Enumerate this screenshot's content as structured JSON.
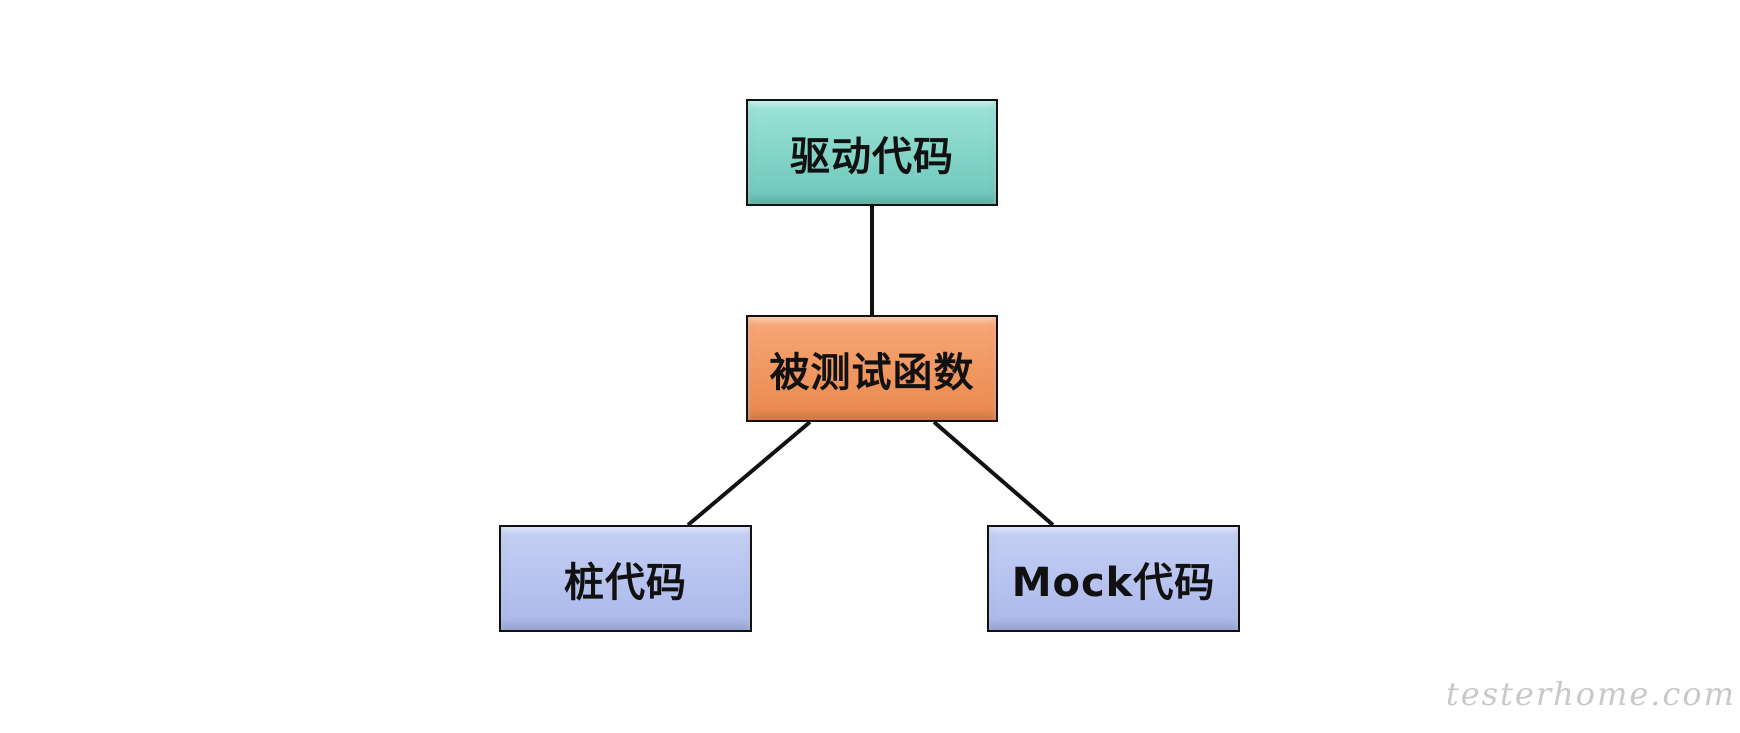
{
  "diagram": {
    "nodes": {
      "driver": "驱动代码",
      "target": "被测试函数",
      "stub": "桩代码",
      "mock": "Mock代码"
    },
    "colors": {
      "driver": "#7fd1c4",
      "target": "#f29a63",
      "stub": "#b5c2ef",
      "mock": "#b5c2ef",
      "border": "#111111",
      "edge": "#111111"
    }
  },
  "watermark": "testerhome.com"
}
